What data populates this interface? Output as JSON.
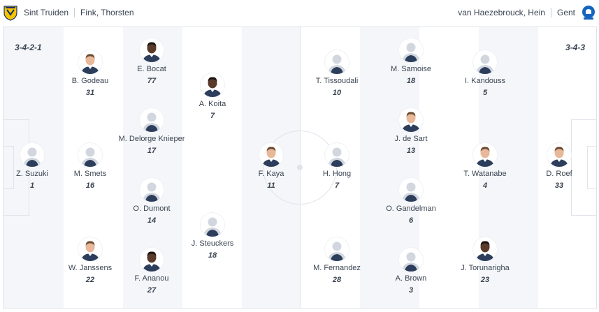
{
  "home": {
    "team_name": "Sint Truiden",
    "coach": "Fink, Thorsten",
    "formation": "3-4-2-1",
    "crest_icon": "sint-truiden-crest-icon",
    "players": [
      {
        "name": "Z. Suzuki",
        "number": "1",
        "photo": "silhouette"
      },
      {
        "name": "B. Godeau",
        "number": "31",
        "photo": "face-light"
      },
      {
        "name": "M. Smets",
        "number": "16",
        "photo": "silhouette"
      },
      {
        "name": "W. Janssens",
        "number": "22",
        "photo": "face-light"
      },
      {
        "name": "E. Bocat",
        "number": "77",
        "photo": "face-dark"
      },
      {
        "name": "M. Delorge Knieper",
        "number": "17",
        "photo": "silhouette"
      },
      {
        "name": "O. Dumont",
        "number": "14",
        "photo": "silhouette"
      },
      {
        "name": "F. Ananou",
        "number": "27",
        "photo": "face-dark"
      },
      {
        "name": "A. Koita",
        "number": "7",
        "photo": "face-dark"
      },
      {
        "name": "J. Steuckers",
        "number": "18",
        "photo": "silhouette"
      },
      {
        "name": "F. Kaya",
        "number": "11",
        "photo": "face-light"
      }
    ]
  },
  "away": {
    "team_name": "Gent",
    "coach": "van Haezebrouck, Hein",
    "formation": "3-4-3",
    "crest_icon": "gent-crest-icon",
    "players": [
      {
        "name": "T. Tissoudali",
        "number": "10",
        "photo": "silhouette"
      },
      {
        "name": "H. Hong",
        "number": "7",
        "photo": "silhouette"
      },
      {
        "name": "M. Fernandez",
        "number": "28",
        "photo": "silhouette"
      },
      {
        "name": "M. Samoise",
        "number": "18",
        "photo": "silhouette"
      },
      {
        "name": "J. de Sart",
        "number": "13",
        "photo": "face-light"
      },
      {
        "name": "O. Gandelman",
        "number": "6",
        "photo": "silhouette"
      },
      {
        "name": "A. Brown",
        "number": "3",
        "photo": "silhouette"
      },
      {
        "name": "I. Kandouss",
        "number": "5",
        "photo": "silhouette"
      },
      {
        "name": "T. Watanabe",
        "number": "4",
        "photo": "face-light"
      },
      {
        "name": "J. Torunarigha",
        "number": "23",
        "photo": "face-dark"
      },
      {
        "name": "D. Roef",
        "number": "33",
        "photo": "face-light"
      }
    ]
  },
  "colors": {
    "home_crest": "#f5c400",
    "home_crest_dark": "#1b2f6b",
    "away_crest": "#1565c0",
    "jersey": "#2c3e5c",
    "silhouette": "#d2d7df"
  }
}
